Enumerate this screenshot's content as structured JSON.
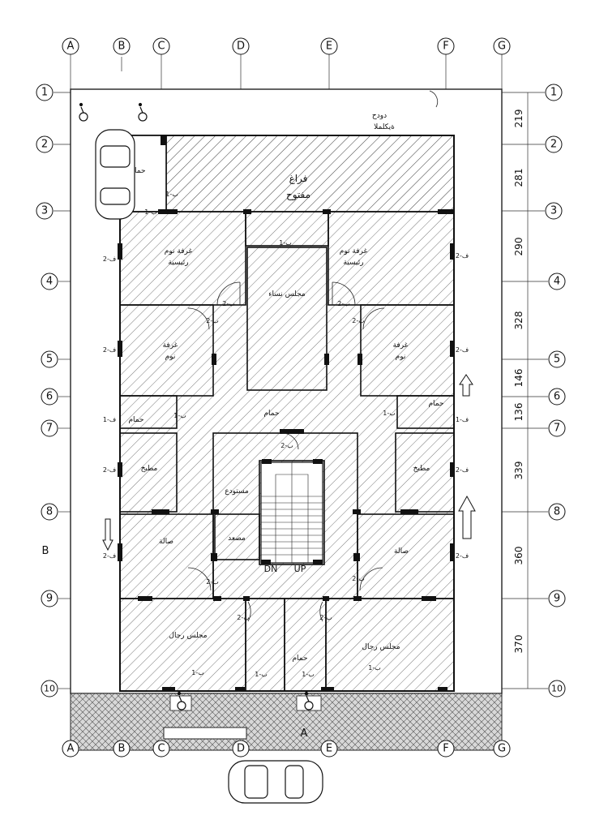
{
  "grid": {
    "columns": [
      "A",
      "B",
      "C",
      "D",
      "E",
      "F",
      "G"
    ],
    "rows": [
      "1",
      "2",
      "3",
      "4",
      "5",
      "6",
      "7",
      "8",
      "9",
      "10"
    ]
  },
  "dimensions": [
    "219",
    "281",
    "290",
    "328",
    "146",
    "136",
    "339",
    "360",
    "370"
  ],
  "labels": {
    "side_b": "B",
    "bottom_a": "A",
    "stair_dn": "DN",
    "stair_up": "UP",
    "top_note_1": "دودح",
    "top_note_2": "ةيكلملا",
    "courtyard_1": "فراغ",
    "courtyard_2": "مفتوح"
  },
  "rooms": {
    "master_bedroom_left_1": "غرفة نوم",
    "master_bedroom_left_2": "رئيسية",
    "master_bedroom_right_1": "غرفة نوم",
    "master_bedroom_right_2": "رئيسية",
    "women_majlis": "مجلس نساء",
    "bedroom_left_1": "غرفة",
    "bedroom_left_2": "نوم",
    "bedroom_right_1": "غرفة",
    "bedroom_right_2": "نوم",
    "bath_top": "حمام",
    "bath_left": "حمام",
    "bath_right": "حمام",
    "bath_center": "حمام",
    "bath_bottom": "حمام",
    "kitchen_left": "مطبخ",
    "kitchen_right": "مطبخ",
    "storage": "مستودع",
    "elevator": "مصعد",
    "hall_left": "صالة",
    "hall_right": "صالة",
    "men_majlis_left": "مجلس رجال",
    "men_majlis_right": "مجلس رجال"
  },
  "window_tags": {
    "w2": "2-ف",
    "w1": "1-ف",
    "d1": "1-ب",
    "d2": "2-ب"
  },
  "icons": [
    "wheelchair-icon",
    "car-icon",
    "door-swing-icon",
    "arrow-up-icon",
    "arrow-down-icon"
  ]
}
